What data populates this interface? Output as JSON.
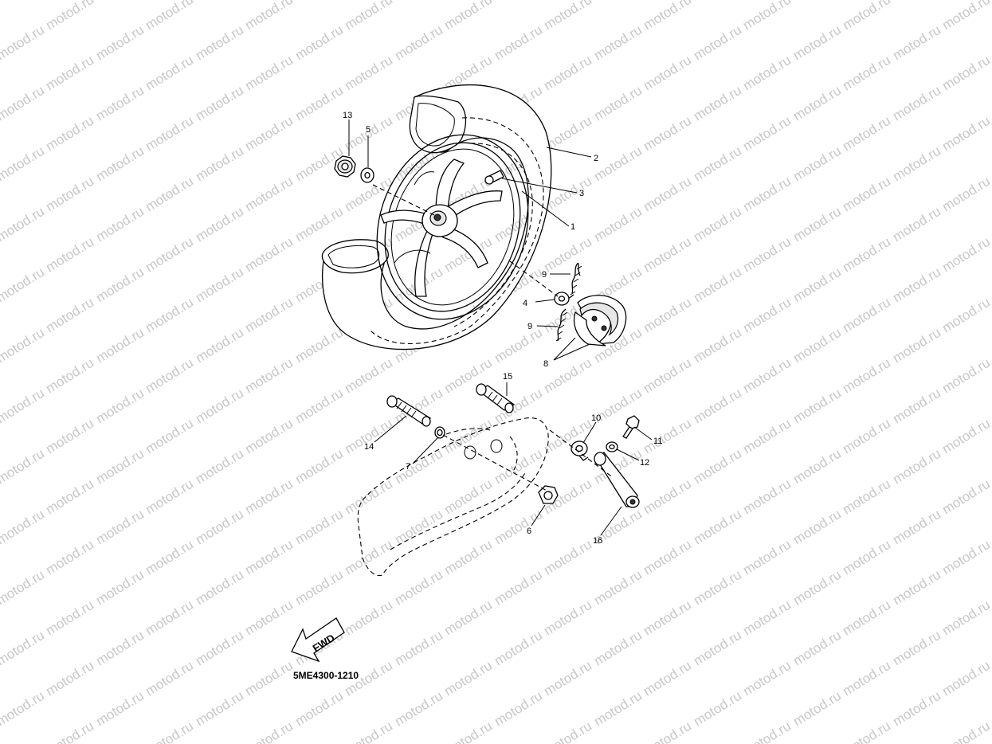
{
  "watermark": {
    "text": "motod.ru"
  },
  "diagram": {
    "code": "5ME4300-1210",
    "direction_label": "FWD",
    "callouts": {
      "c1": "1",
      "c2": "2",
      "c3": "3",
      "c4": "4",
      "c5": "5",
      "c6": "6",
      "c7": "7",
      "c8": "8",
      "c9a": "9",
      "c9b": "9",
      "c10": "10",
      "c11": "11",
      "c12": "12",
      "c13": "13",
      "c14": "14",
      "c15": "15",
      "c16": "16"
    }
  }
}
